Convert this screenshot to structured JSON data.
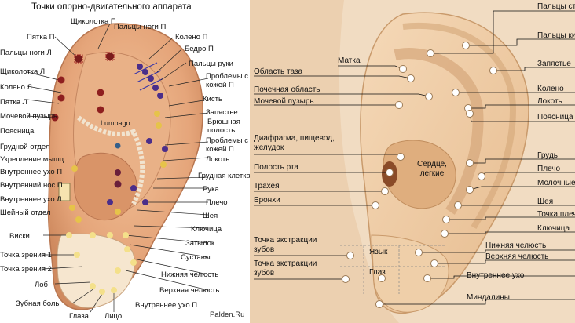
{
  "left": {
    "title": "Точки опорно-двигательного аппарата",
    "watermark": "Palden.Ru",
    "lumbago": "Lumbago",
    "labels": [
      "Щиколотка П",
      "Пальцы ноги П",
      "Пятка П",
      "Колено П",
      "Бедро П",
      "Пальцы ноги Л",
      "Пальцы руки",
      "Проблемы с кожей П",
      "Щиколотка Л",
      "Кисть",
      "Колено Л",
      "Запястье",
      "Брюшная полость",
      "Пятка Л",
      "Проблемы с кожей П",
      "Мочевой пузырь",
      "Локоть",
      "Поясница",
      "Грудная клетка",
      "Грудной отдел",
      "Рука",
      "Укрепление мышц",
      "Плечо",
      "Внутреннее ухо П",
      "Шея",
      "Внутренний нос П",
      "Ключица",
      "Внутреннее ухо Л",
      "Затылок",
      "Шейный отдел",
      "Суставы",
      "Виски",
      "Точка зрения 1",
      "Нижняя челюсть",
      "Точка зрения 2",
      "Верхняя челюсть",
      "Лоб",
      "Внутреннее ухо П",
      "Зубная боль",
      "Глаза",
      "Лицо"
    ]
  },
  "right": {
    "heart": "Сердце, легкие",
    "labels": [
      "Пальцы стопы",
      "Пальцы кисти",
      "Матка",
      "Запястье",
      "Область таза",
      "Почечная область",
      "Колено",
      "Мочевой пузырь",
      "Локоть",
      "Поясница",
      "Диафрагма, пищевод, желудок",
      "Грудь",
      "Полость рта",
      "Плечо",
      "Трахея",
      "Молочные железы",
      "Бронхи",
      "Шея",
      "Точка плеча",
      "Ключица",
      "Точка экстракции зубов",
      "Язык",
      "Нижняя челюсть",
      "Верхняя челюсть",
      "Точка экстракции зубов",
      "Глаз",
      "Внутреннее ухо",
      "Миндалины"
    ]
  }
}
